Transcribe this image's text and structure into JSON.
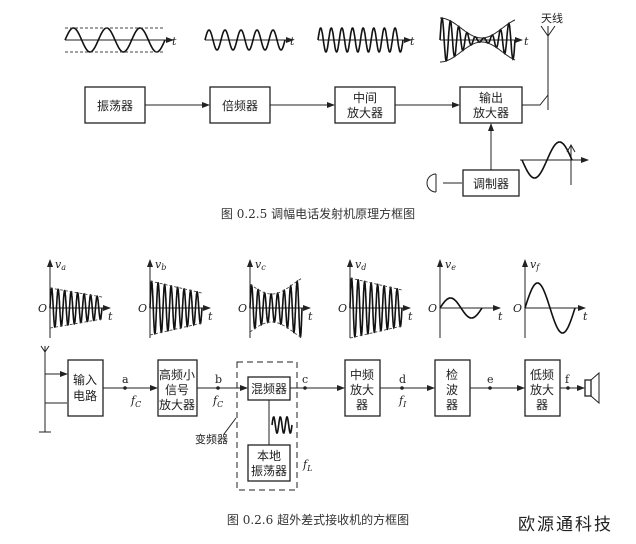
{
  "transmitter": {
    "blocks": {
      "oscillator": [
        "振荡器"
      ],
      "multiplier": [
        "倍频器"
      ],
      "intermediate_amp": [
        "中间",
        "放大器"
      ],
      "output_amp": [
        "输出",
        "放大器"
      ],
      "modulator": [
        "调制器"
      ]
    },
    "antenna_label": "天线",
    "time_label": "t",
    "caption": "图 0.2.5   调幅电话发射机原理方框图"
  },
  "receiver": {
    "blocks": {
      "input": [
        "输入",
        "电路"
      ],
      "rf_amp": [
        "高频小",
        "信号",
        "放大器"
      ],
      "mixer": [
        "混频器"
      ],
      "local_osc": [
        "本地",
        "振荡器"
      ],
      "if_amp": [
        "中频",
        "放大",
        "器"
      ],
      "detector": [
        "检",
        "波",
        "器"
      ],
      "af_amp": [
        "低频",
        "放大",
        "器"
      ]
    },
    "converter_label": "变频器",
    "nodes": [
      "a",
      "b",
      "c",
      "d",
      "e",
      "f"
    ],
    "freq_labels": {
      "fc1": "f",
      "fc1_sub": "C",
      "fc2": "f",
      "fc2_sub": "C",
      "fi": "f",
      "fi_sub": "I",
      "fl": "f",
      "fl_sub": "L"
    },
    "waveforms": [
      {
        "v": "v",
        "sub": "a"
      },
      {
        "v": "v",
        "sub": "b"
      },
      {
        "v": "v",
        "sub": "c"
      },
      {
        "v": "v",
        "sub": "d"
      },
      {
        "v": "v",
        "sub": "e"
      },
      {
        "v": "v",
        "sub": "f"
      }
    ],
    "origin_label": "O",
    "time_label": "t",
    "caption": "图 0.2.6   超外差式接收机的方框图"
  },
  "watermark": "欧源通科技"
}
